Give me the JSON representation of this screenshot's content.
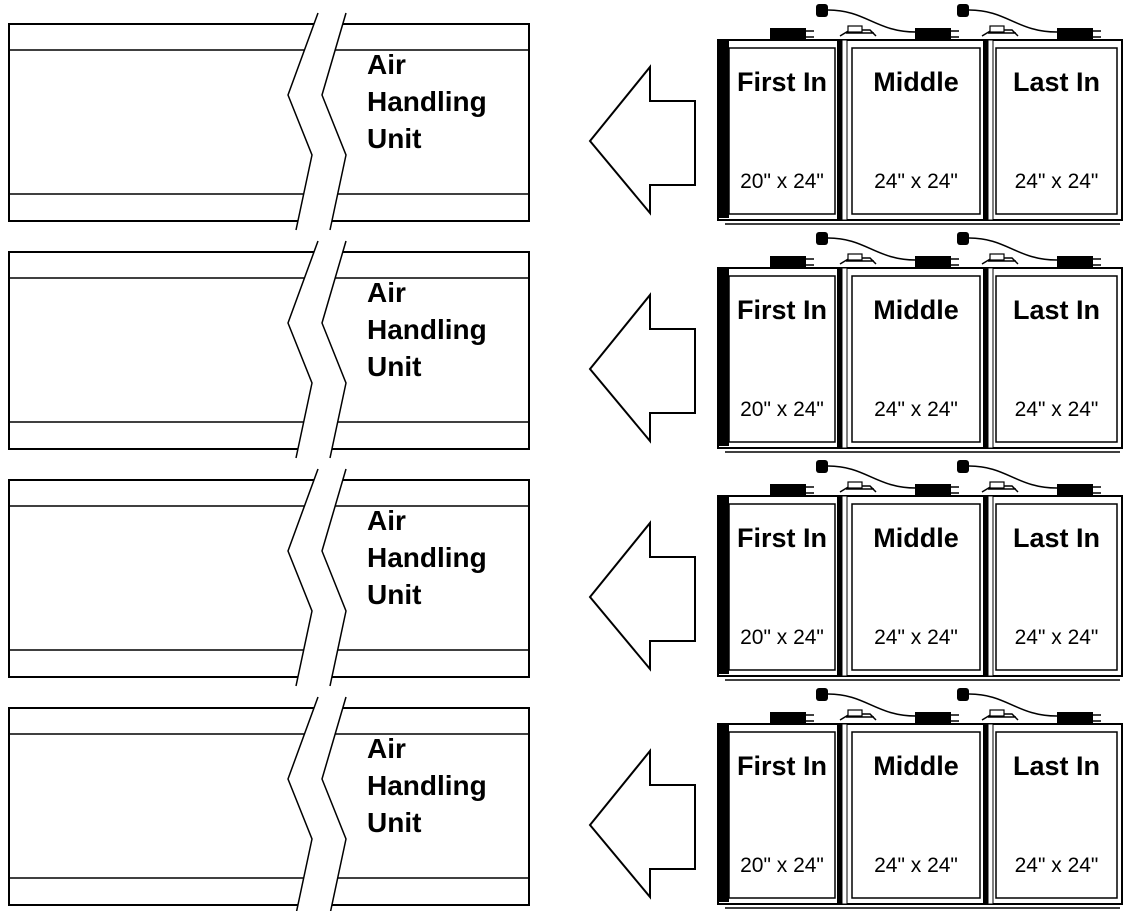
{
  "rows": [
    {
      "ahu_label": [
        "Air",
        "Handling",
        "Unit"
      ],
      "filters": [
        {
          "position": "First In",
          "size": "20\" x 24\""
        },
        {
          "position": "Middle",
          "size": "24\" x 24\""
        },
        {
          "position": "Last In",
          "size": "24\" x 24\""
        }
      ]
    },
    {
      "ahu_label": [
        "Air",
        "Handling",
        "Unit"
      ],
      "filters": [
        {
          "position": "First In",
          "size": "20\" x 24\""
        },
        {
          "position": "Middle",
          "size": "24\" x 24\""
        },
        {
          "position": "Last In",
          "size": "24\" x 24\""
        }
      ]
    },
    {
      "ahu_label": [
        "Air",
        "Handling",
        "Unit"
      ],
      "filters": [
        {
          "position": "First In",
          "size": "20\" x 24\""
        },
        {
          "position": "Middle",
          "size": "24\" x 24\""
        },
        {
          "position": "Last In",
          "size": "24\" x 24\""
        }
      ]
    },
    {
      "ahu_label": [
        "Air",
        "Handling",
        "Unit"
      ],
      "filters": [
        {
          "position": "First In",
          "size": "20\" x 24\""
        },
        {
          "position": "Middle",
          "size": "24\" x 24\""
        },
        {
          "position": "Last In",
          "size": "24\" x 24\""
        }
      ]
    }
  ]
}
